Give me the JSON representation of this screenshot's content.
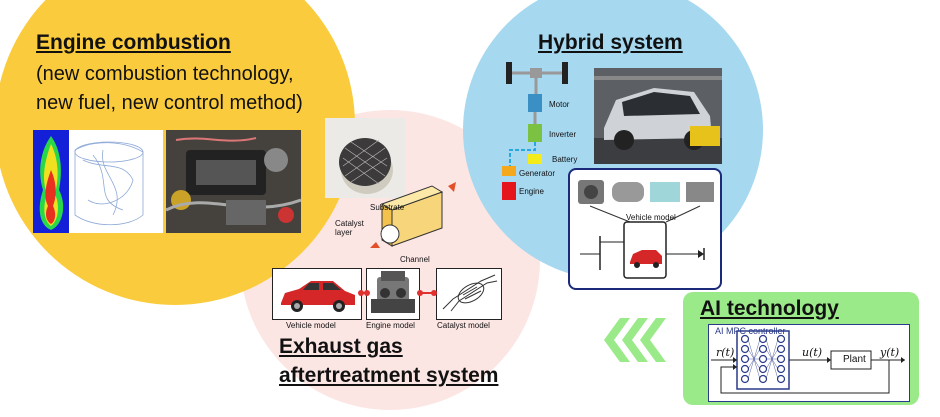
{
  "engine_combustion": {
    "title": "Engine combustion",
    "subtitle_line1": "(new combustion technology,",
    "subtitle_line2": "new fuel, new control method)"
  },
  "exhaust": {
    "title_line1": "Exhaust gas",
    "title_line2": "aftertreatment system",
    "labels": {
      "substrate": "Substrate",
      "catalyst_layer": "Catalyst layer",
      "channel": "Channel",
      "vehicle_model": "Vehicle model",
      "engine_model": "Engine model",
      "catalyst_model": "Catalyst model"
    }
  },
  "hybrid": {
    "title": "Hybrid system",
    "components": [
      "Motor",
      "Inverter",
      "Battery",
      "Generator",
      "Engine"
    ],
    "vehicle_model": "Vehicle model"
  },
  "ai": {
    "title": "AI technology",
    "controller": "AI MPC controller",
    "r": "r(t)",
    "u": "u(t)",
    "y": "y(t)",
    "plant": "Plant"
  },
  "colors": {
    "engine_circle": "#FBCB3E",
    "exhaust_circle": "#FCE6E4",
    "hybrid_circle": "#A6D8F0",
    "ai_panel": "#9BEA8A",
    "chevrons": "#9BEA8A",
    "motor": "#3A8FC4",
    "inverter": "#7BC142",
    "battery": "#F4EB1A",
    "generator": "#F5A81C",
    "engine_block": "#E4161B"
  }
}
